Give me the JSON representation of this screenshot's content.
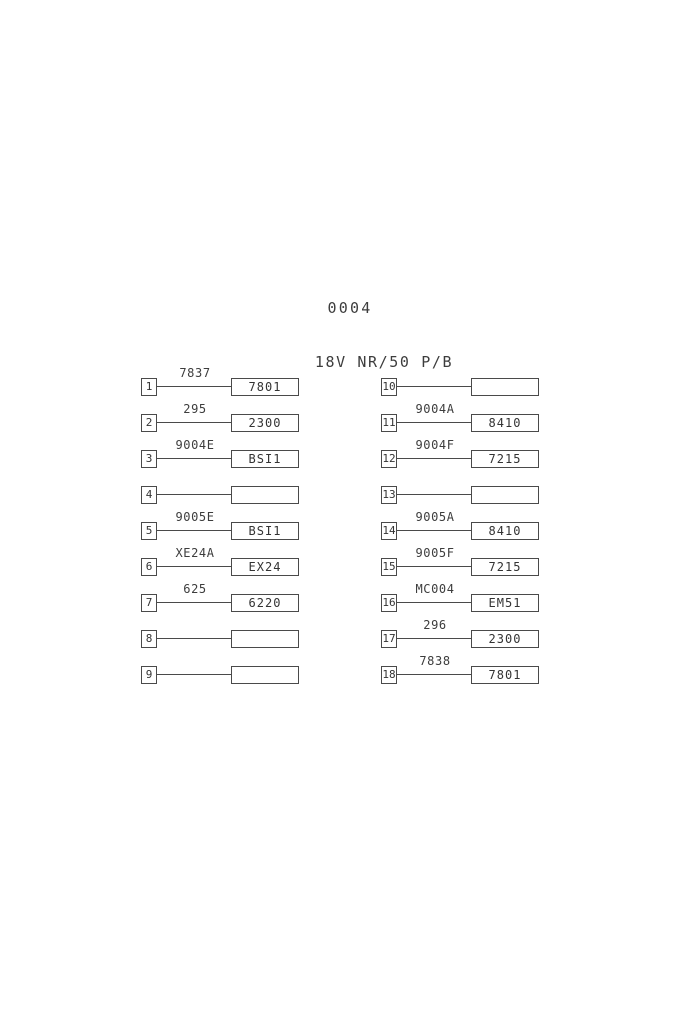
{
  "sheet": {
    "title": "0004",
    "column_header": "18V  NR/50  P/B"
  },
  "connectors": {
    "left_column": [
      {
        "pin": "1",
        "wire": "7837",
        "destination": "7801"
      },
      {
        "pin": "2",
        "wire": "295",
        "destination": "2300"
      },
      {
        "pin": "3",
        "wire": "9004E",
        "destination": "BSI1"
      },
      {
        "pin": "4",
        "wire": "",
        "destination": ""
      },
      {
        "pin": "5",
        "wire": "9005E",
        "destination": "BSI1"
      },
      {
        "pin": "6",
        "wire": "XE24A",
        "destination": "EX24"
      },
      {
        "pin": "7",
        "wire": "625",
        "destination": "6220"
      },
      {
        "pin": "8",
        "wire": "",
        "destination": ""
      },
      {
        "pin": "9",
        "wire": "",
        "destination": ""
      }
    ],
    "right_column": [
      {
        "pin": "10",
        "wire": "",
        "destination": ""
      },
      {
        "pin": "11",
        "wire": "9004A",
        "destination": "8410"
      },
      {
        "pin": "12",
        "wire": "9004F",
        "destination": "7215"
      },
      {
        "pin": "13",
        "wire": "",
        "destination": ""
      },
      {
        "pin": "14",
        "wire": "9005A",
        "destination": "8410"
      },
      {
        "pin": "15",
        "wire": "9005F",
        "destination": "7215"
      },
      {
        "pin": "16",
        "wire": "MC004",
        "destination": "EM51"
      },
      {
        "pin": "17",
        "wire": "296",
        "destination": "2300"
      },
      {
        "pin": "18",
        "wire": "7838",
        "destination": "7801"
      }
    ]
  },
  "colors": {
    "line": "#4a4a4a",
    "text": "#3d3d3d",
    "background": "#ffffff"
  }
}
